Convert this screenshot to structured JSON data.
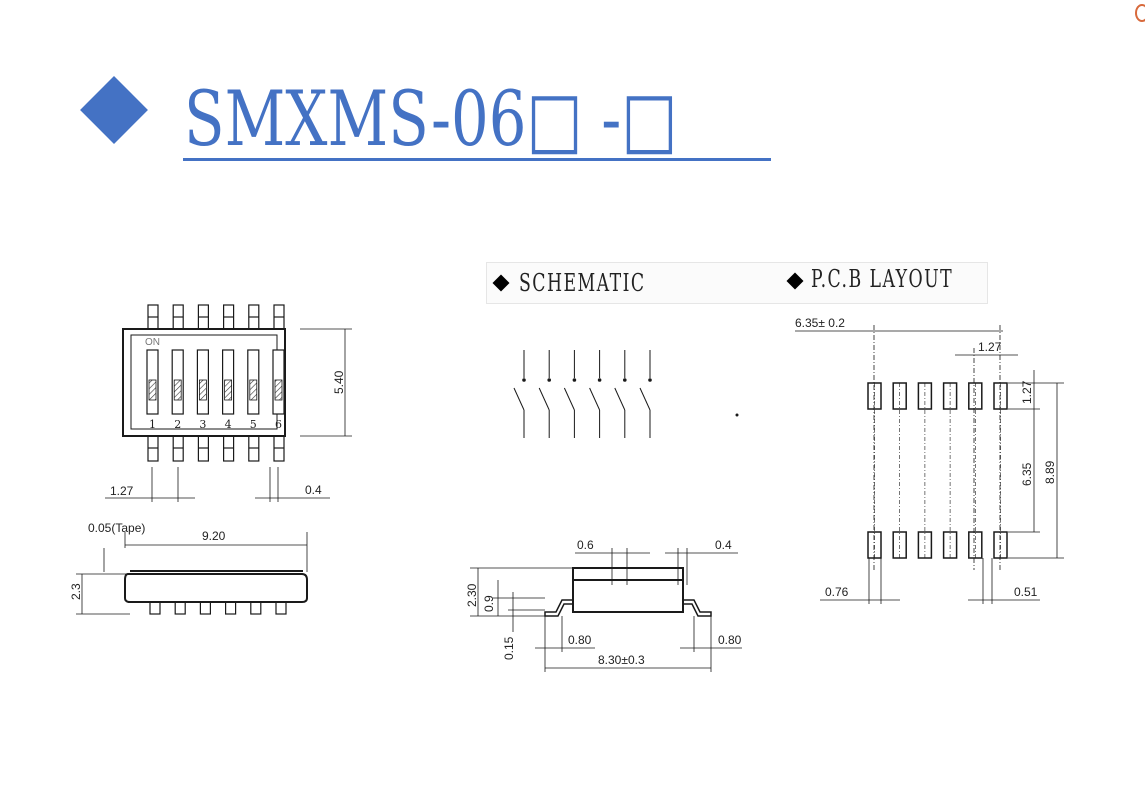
{
  "title": "SMXMS-06□ -□",
  "sections": {
    "schematic": "SCHEMATIC",
    "pcb": "P.C.B LAYOUT"
  },
  "top_view": {
    "on_label": "ON",
    "switch_numbers": [
      "1",
      "2",
      "3",
      "4",
      "5",
      "6"
    ],
    "dims": {
      "height": "5.40",
      "pitch": "1.27",
      "pin_width": "0.4"
    }
  },
  "side_view": {
    "dims": {
      "tape": "0.05(Tape)",
      "length": "9.20",
      "height": "2.3"
    }
  },
  "profile_view": {
    "dims": {
      "top_a": "0.6",
      "top_b": "0.4",
      "height": "2.30",
      "body": "0.9",
      "foot": "0.15",
      "left_pad": "0.80",
      "right_pad": "0.80",
      "span": "8.30±0.3"
    }
  },
  "pcb_layout": {
    "dims": {
      "span": "6.35± 0.2",
      "pitch": "1.27",
      "pad_len": "1.27",
      "row_gap": "6.35",
      "total": "8.89",
      "pad_w": "0.76",
      "pad_gap": "0.51"
    }
  },
  "colors": {
    "accent": "#4472c4",
    "line": "#1a1a1a"
  }
}
